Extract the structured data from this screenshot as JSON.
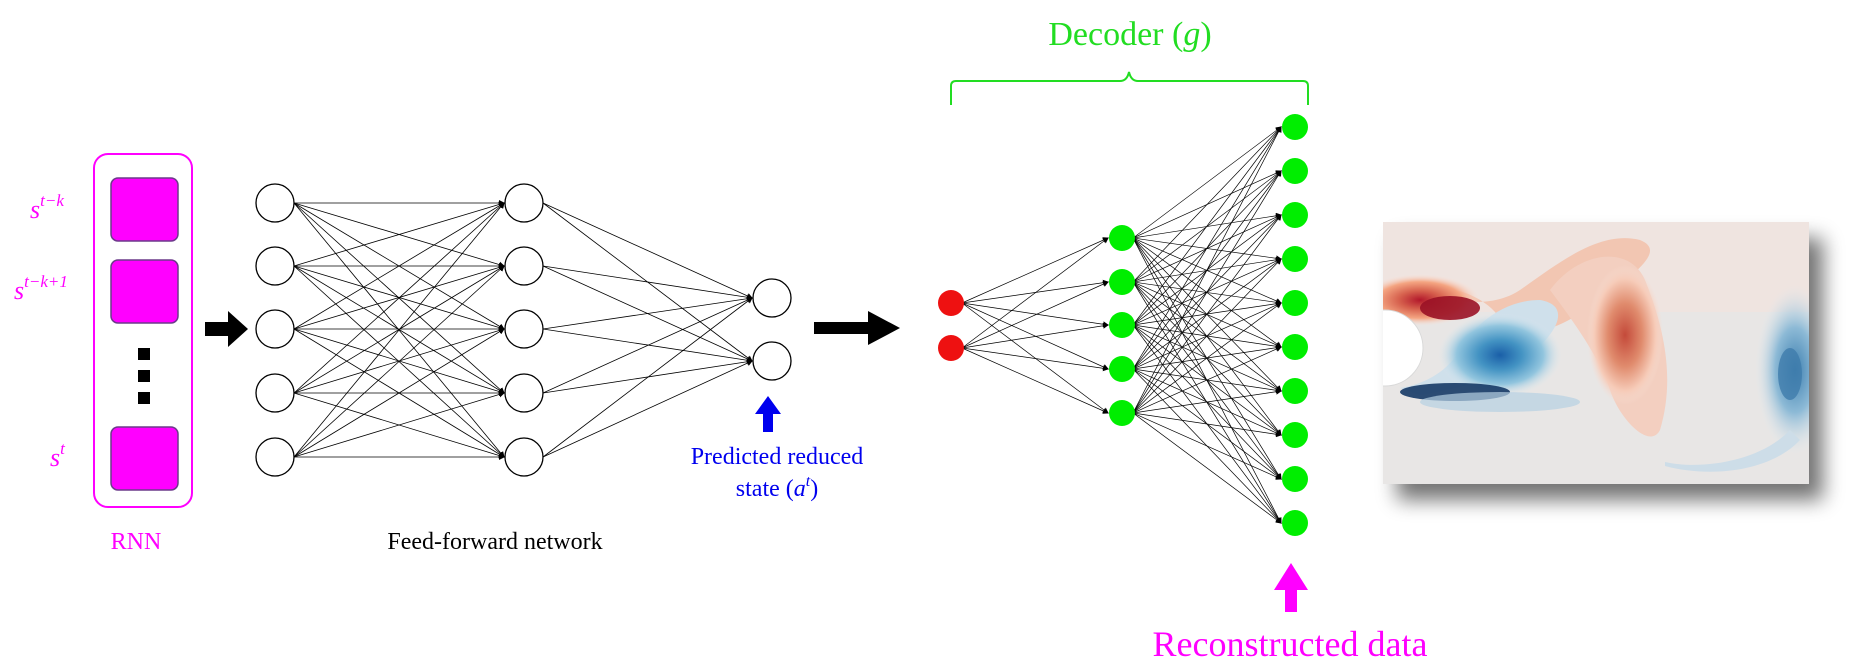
{
  "labels": {
    "s_tk_base": "s",
    "s_tk_sup": "t−k",
    "s_tk1_base": "s",
    "s_tk1_sup": "t−k+1",
    "s_t_base": "s",
    "s_t_sup": "t",
    "rnn": "RNN",
    "ffn": "Feed-forward network",
    "predicted_line1": "Predicted reduced",
    "predicted_line2_pre": "state (",
    "predicted_a": "a",
    "predicted_sup": "t",
    "predicted_post": ")",
    "decoder_pre": "Decoder (",
    "decoder_g": "g",
    "decoder_post": ")",
    "reconstructed": "Reconstructed data"
  },
  "colors": {
    "magenta": "#ff00ff",
    "green": "#22dd22",
    "decoder_node": "#00ee00",
    "latent_node": "#ee1111",
    "blue": "#0000ee",
    "edge": "#000000"
  },
  "networks": {
    "ffn_layers": [
      5,
      5,
      2
    ],
    "decoder_layers": [
      2,
      5,
      10
    ]
  },
  "icons": {
    "rnn_cells": "magenta-square-icon",
    "flow_arrow": "right-arrow-icon",
    "up_arrow": "up-arrow-icon",
    "vortex_image": "flow-field-image"
  }
}
